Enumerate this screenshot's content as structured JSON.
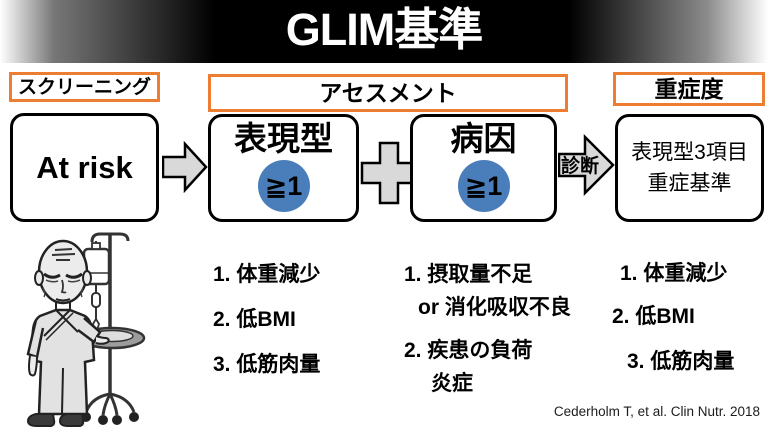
{
  "title": "GLIM基準",
  "labels": {
    "screening": "スクリーニング",
    "assessment": "アセスメント",
    "severity": "重症度"
  },
  "flow": {
    "at_risk": "At risk",
    "phenotype_title": "表現型",
    "phenotype_badge": "≧1",
    "etiology_title": "病因",
    "etiology_badge": "≧1",
    "diagnosis_label": "診断",
    "severity_line1": "表現型3項目",
    "severity_line2": "重症基準"
  },
  "lists": {
    "phenotype": [
      "1. 体重減少",
      "2. 低BMI",
      "3. 低筋肉量"
    ],
    "etiology": [
      "1. 摂取量不足",
      "or 消化吸収不良",
      "2. 疾患の負荷",
      "炎症"
    ],
    "severity": [
      "1. 体重減少",
      "2. 低BMI",
      "3. 低筋肉量"
    ]
  },
  "citation": "Cederholm T, et al. Clin Nutr. 2018",
  "icons": {
    "flow_arrow": "right-block-arrow",
    "plus_sign": "plus",
    "diagnosis_arrow": "right-block-arrow",
    "illustration": "malnourished-patient-with-iv-drip"
  },
  "colors": {
    "accent_orange": "#ED7D31",
    "badge_blue": "#4A7EBB",
    "arrow_gray": "#D9D9D9"
  }
}
